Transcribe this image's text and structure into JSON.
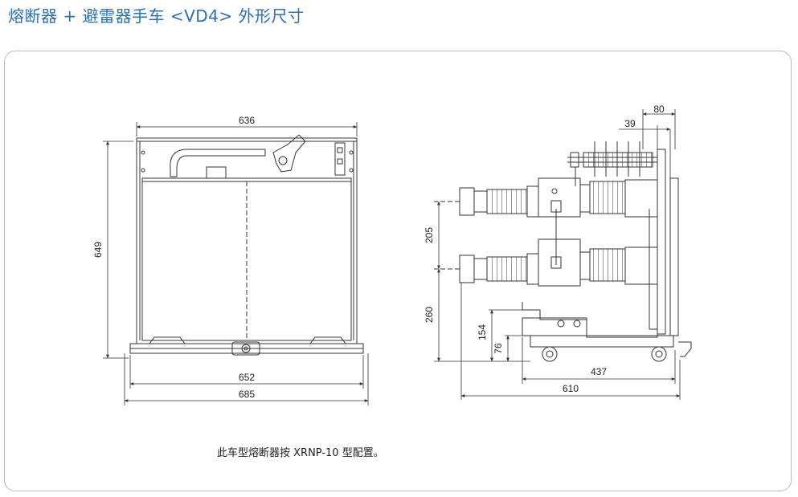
{
  "title": "熔断器 + 避雷器手车 <VD4> 外形尺寸",
  "dimensions": {
    "front_width_top": "636",
    "front_height": "649",
    "front_width_mid": "652",
    "front_width_bottom": "685",
    "side_top_offset": "80",
    "side_top_inner": "39",
    "side_phase_spacing": "205",
    "side_lower_height": "260",
    "side_frame_height": "154",
    "side_wheel_height": "76",
    "side_depth_inner": "437",
    "side_depth_total": "610"
  },
  "caption": "此车型熔断器按 XRNP-10 型配置。",
  "colors": {
    "title": "#2a6fb8",
    "line": "#333333",
    "panel_border": "#b9b9b9"
  }
}
